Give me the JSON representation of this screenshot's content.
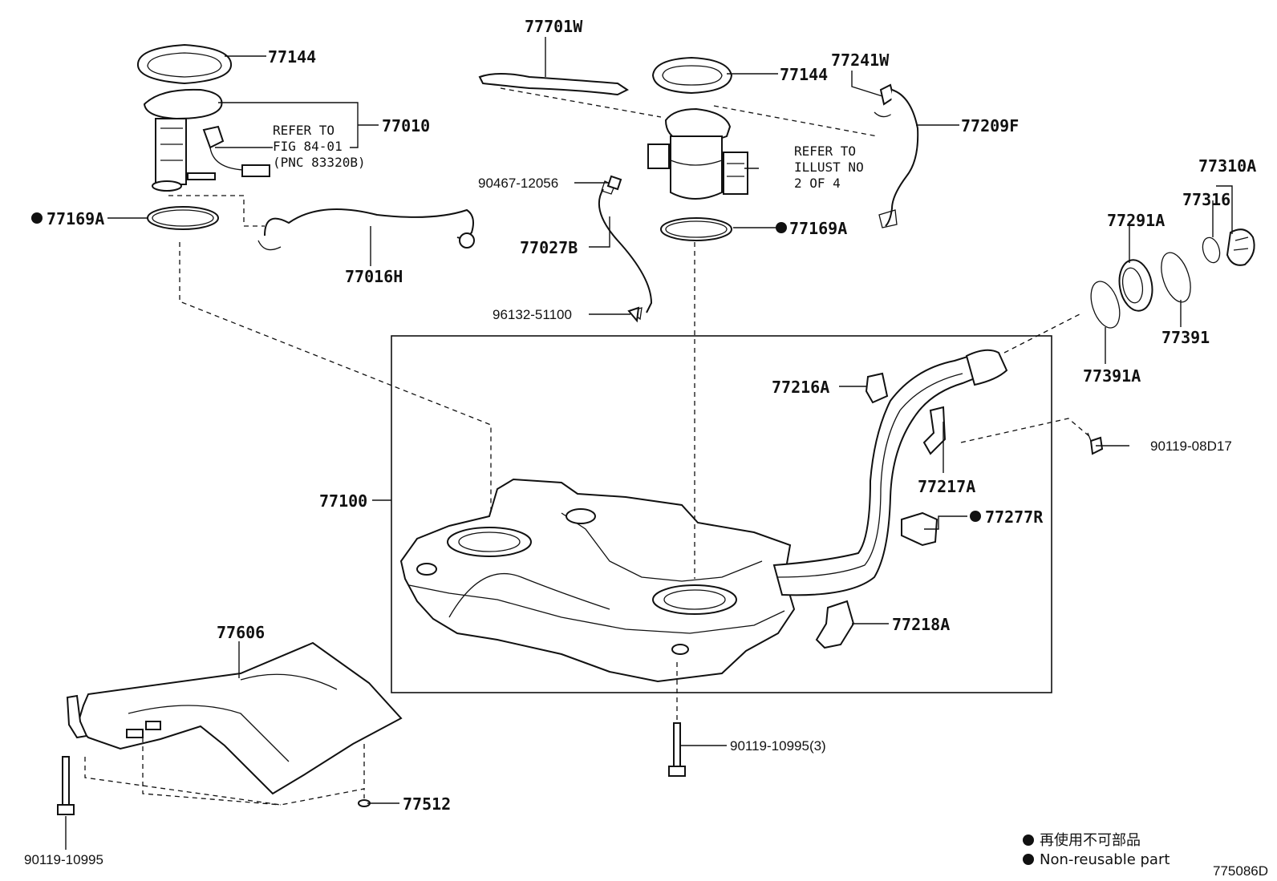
{
  "labels": {
    "p77144_a": "77144",
    "p77010": "77010",
    "p77169A_a": "77169A",
    "p77016H": "77016H",
    "p77701W": "77701W",
    "p77144_b": "77144",
    "p77241W": "77241W",
    "p77209F": "77209F",
    "p90467": "90467-12056",
    "p77027B": "77027B",
    "p77169A_b": "77169A",
    "p96132": "96132-51100",
    "p77310A": "77310A",
    "p77316": "77316",
    "p77291A": "77291A",
    "p77391": "77391",
    "p77391A": "77391A",
    "p77216A": "77216A",
    "p90119_08D17": "90119-08D17",
    "p77217A": "77217A",
    "p77277R": "77277R",
    "p77100": "77100",
    "p77218A": "77218A",
    "p77606": "77606",
    "p90119_10995_3": "90119-10995(3)",
    "p77512": "77512",
    "p90119_10995": "90119-10995"
  },
  "notes": {
    "refer_fig_1": "REFER TO",
    "refer_fig_2": "FIG 84-01",
    "refer_fig_3": "(PNC 83320B)",
    "refer_illust_1": "REFER TO",
    "refer_illust_2": "ILLUST NO",
    "refer_illust_3": "2 OF 4"
  },
  "legend": {
    "jp": "再使用不可部品",
    "en": "Non-reusable part"
  },
  "diagram_code": "775086D"
}
